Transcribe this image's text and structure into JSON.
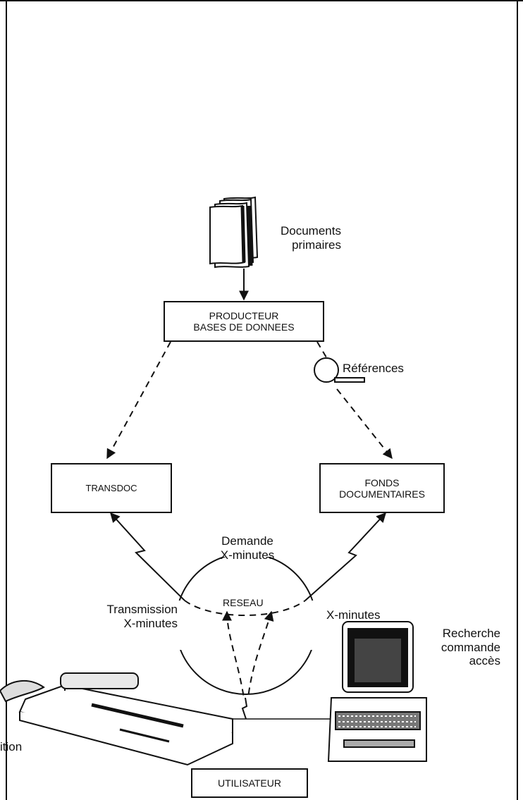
{
  "nodes": {
    "documents": "Documents\nprimaires",
    "producteur": "PRODUCTEUR\nBASES DE DONNEES",
    "references": "Références",
    "transdoc": "TRANSDOC",
    "fonds": "FONDS\nDOCUMENTAIRES",
    "utilisateur": "UTILISATEUR",
    "reseau": "RESEAU"
  },
  "edge_labels": {
    "demande": "Demande\nX-minutes",
    "transmission": "Transmission\nX-minutes",
    "x_minutes": "X-minutes",
    "recherche": "Recherche\ncommande\naccès",
    "edition": "ition"
  }
}
